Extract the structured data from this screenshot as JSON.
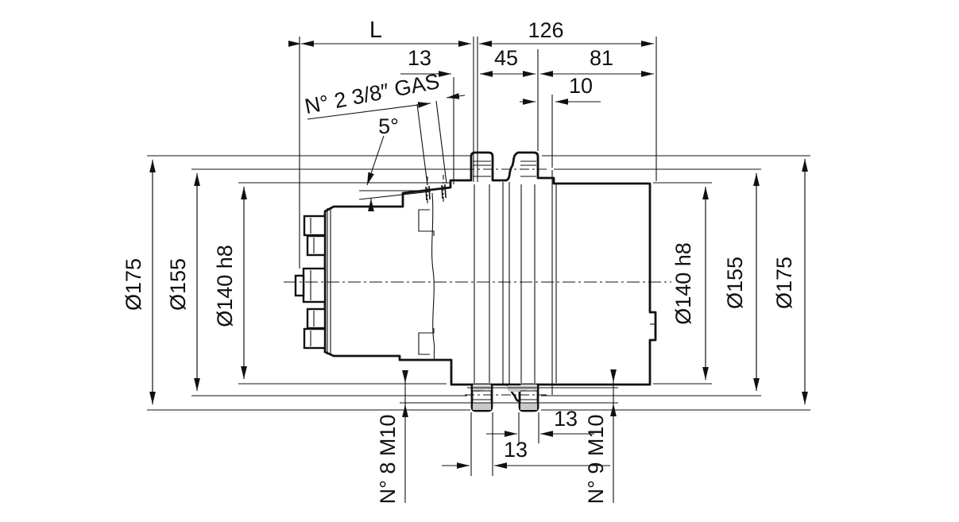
{
  "drawing": {
    "top_dims": {
      "length_L": "L",
      "overall_126": "126",
      "offset_13": "13",
      "mid_45": "45",
      "right_81": "81",
      "offset_10": "10"
    },
    "callouts": {
      "gas_ports": "N° 2 3/8″ GAS",
      "taper_angle": "5°"
    },
    "left_dims": {
      "outer": "Ø175",
      "bolt_circle": "Ø155",
      "pilot": "Ø140 h8"
    },
    "right_dims": {
      "pilot": "Ø140 h8",
      "bolt_circle": "Ø155",
      "outer": "Ø175"
    },
    "bottom_dims": {
      "left_holes": "N° 8 M10",
      "right_holes": "N° 9 M10",
      "tab_width_left": "13",
      "tab_width_right": "13"
    },
    "colors": {
      "line": "#111111",
      "section_fill": "#c9c9c9",
      "background": "#ffffff"
    }
  }
}
